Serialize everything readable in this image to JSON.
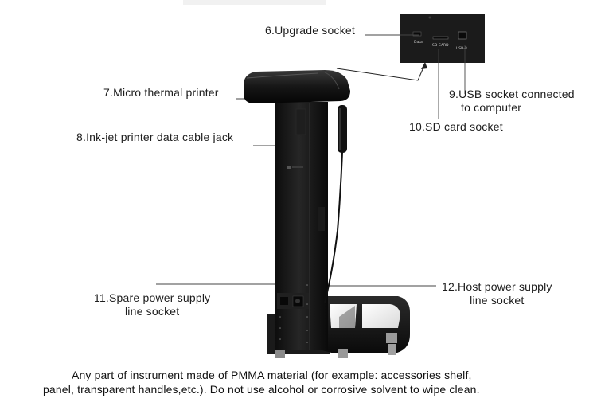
{
  "callouts": {
    "upgrade": "6.Upgrade socket",
    "printer": "7.Micro thermal printer",
    "inkjet": "8.Ink-jet printer data cable jack",
    "usb_line1": "9.USB socket connected",
    "usb_line2": "to computer",
    "sd": "10.SD card socket",
    "spare_line1": "11.Spare power supply",
    "spare_line2": "line socket",
    "host_line1": "12.Host power supply",
    "host_line2": "line socket"
  },
  "inset_ports": {
    "data": "Data",
    "sd": "SD CARD",
    "usb": "USB-B"
  },
  "note": {
    "line1": "Any part of instrument made of PMMA material (for example: accessories shelf,",
    "line2": "panel, transparent handles,etc.). Do not  use alcohol or corrosive solvent to wipe clean."
  }
}
